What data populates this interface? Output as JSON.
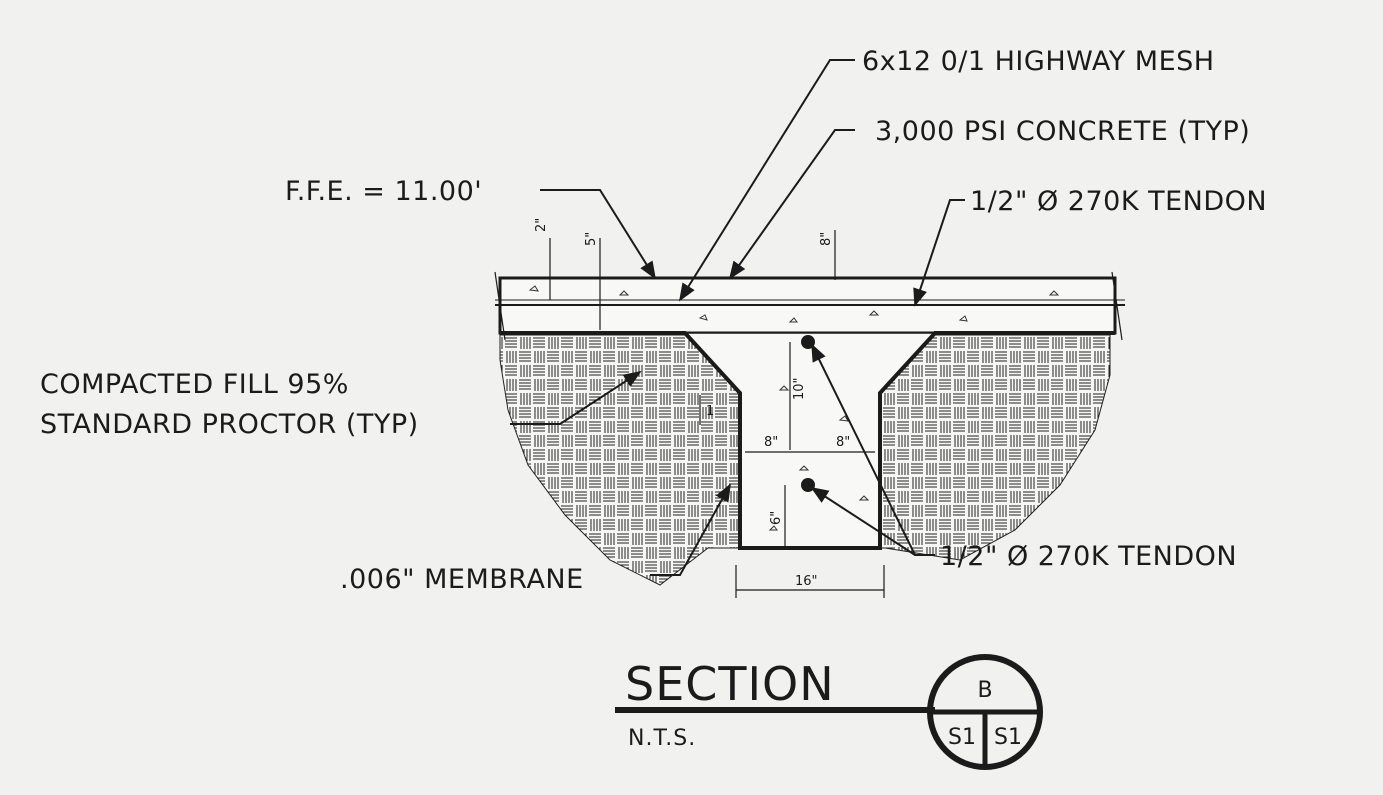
{
  "callouts": {
    "mesh": "6x12 0/1 HIGHWAY MESH",
    "concrete": "3,000 PSI CONCRETE (TYP)",
    "tendon_top": "1/2\" Ø 270K TENDON",
    "ffe": "F.F.E. = 11.00'",
    "fill_line1": "COMPACTED FILL 95%",
    "fill_line2": "STANDARD PROCTOR (TYP)",
    "membrane": ".006\" MEMBRANE",
    "tendon_beam": "1/2\" Ø 270K TENDON"
  },
  "dimensions": {
    "d_2in": "2\"",
    "d_5in": "5\"",
    "d_8in_top": "8\"",
    "d_10in": "10\"",
    "d_8in_left": "8\"",
    "d_8in_right": "8\"",
    "d_6in": "6\"",
    "d_16in": "16\"",
    "d_slope": "1"
  },
  "title_block": {
    "title": "SECTION",
    "scale": "N.T.S.",
    "detail_letter": "B",
    "sheet_left": "S1",
    "sheet_right": "S1"
  },
  "colors": {
    "background": "#f1f1ef",
    "ink": "#1b1b1b"
  }
}
